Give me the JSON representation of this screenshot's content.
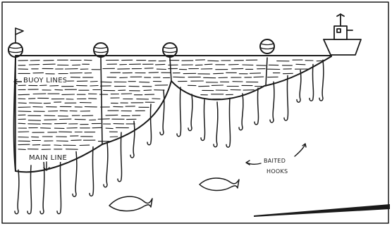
{
  "diagram": {
    "labels": {
      "buoy_lines": "BUOY LINES",
      "main_line": "MAIN LINE",
      "baited_line1": "BAITED",
      "baited_line2": "HOOKS"
    },
    "counts": {
      "buoys": 4,
      "branch_lines": 23,
      "fish": 2
    }
  }
}
